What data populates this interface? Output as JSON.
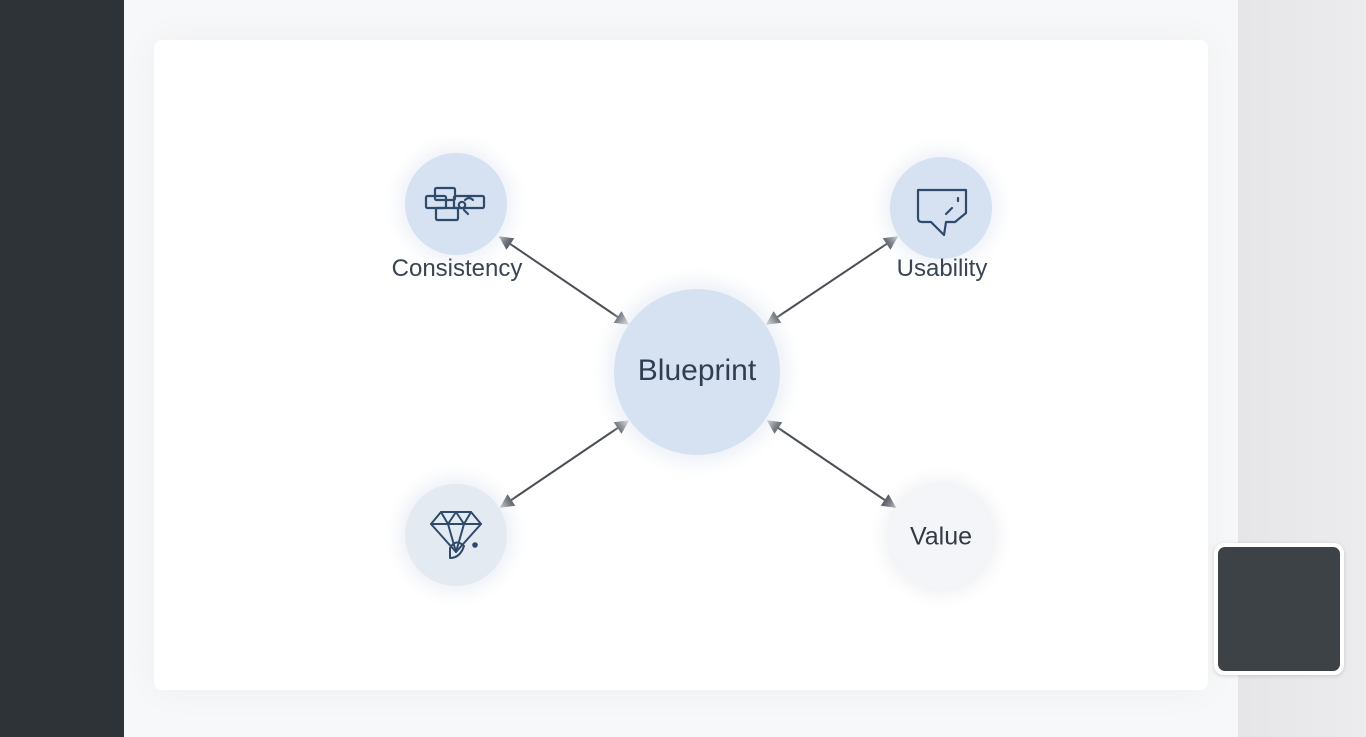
{
  "diagram": {
    "center": {
      "label": "Blueprint"
    },
    "nodes": [
      {
        "label": "Consistency",
        "icon": "puzzle-blueprint-icon"
      },
      {
        "label": "Usability",
        "icon": "hand-pointer-icon"
      },
      {
        "label": "",
        "icon": "diamond-icon"
      },
      {
        "label": "Value",
        "icon": ""
      }
    ],
    "edges": [
      {
        "from": "Blueprint",
        "to": "Consistency",
        "bidirectional": true
      },
      {
        "from": "Blueprint",
        "to": "Usability",
        "bidirectional": true
      },
      {
        "from": "Blueprint",
        "to": "diamond",
        "bidirectional": true
      },
      {
        "from": "Blueprint",
        "to": "Value",
        "bidirectional": true
      }
    ]
  },
  "colors": {
    "node_fill": "#d6e2f2",
    "node_fill_light": "#e4eaf2",
    "value_fill": "#f4f5f8",
    "icon_stroke": "#2f4a6b",
    "edge": "#4a4f57",
    "sidebar": "#2e3338"
  }
}
